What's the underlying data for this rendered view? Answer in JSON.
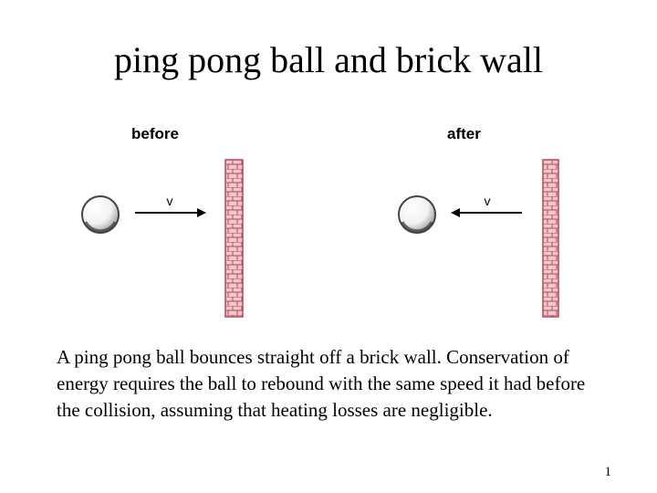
{
  "slide": {
    "title": "ping pong ball and brick wall",
    "before_label": "before",
    "after_label": "after",
    "velocity_symbol": "v",
    "body": "A ping pong ball bounces straight off a brick wall. Conservation of energy requires the ball to rebound with the same speed it had before the collision, assuming that heating losses are negligible.",
    "page_number": "1"
  },
  "colors": {
    "brick_fill": "#f3c6cc",
    "brick_line": "#b04a5a",
    "ball_fill": "#ffffff",
    "ball_edge": "#555555",
    "arrow": "#000000"
  },
  "icons": {
    "ball": "ping-pong-ball-icon",
    "wall": "brick-wall-icon",
    "arrow_right": "arrow-right-icon",
    "arrow_left": "arrow-left-icon"
  }
}
